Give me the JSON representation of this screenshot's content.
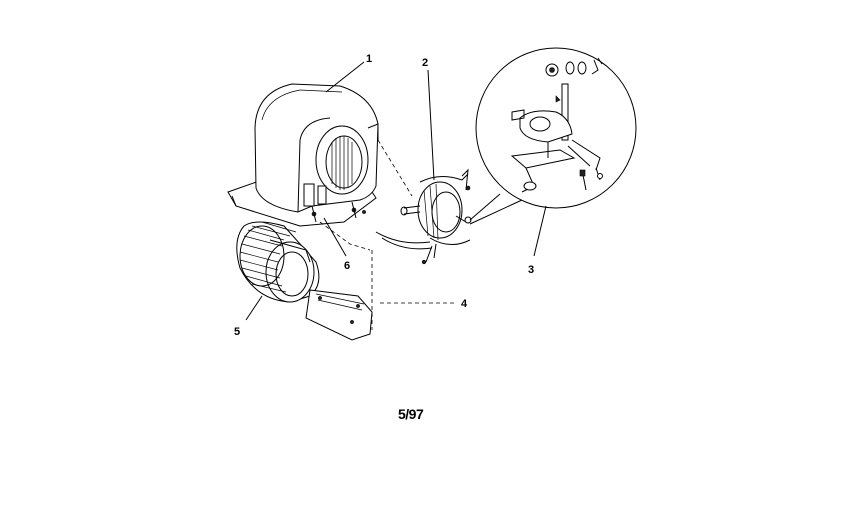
{
  "callouts": {
    "c1": "1",
    "c2": "2",
    "c3": "3",
    "c4": "4",
    "c5": "5",
    "c6": "6"
  },
  "footer": {
    "date_code": "5/97"
  },
  "colors": {
    "ink": "#000000",
    "paper": "#ffffff"
  }
}
